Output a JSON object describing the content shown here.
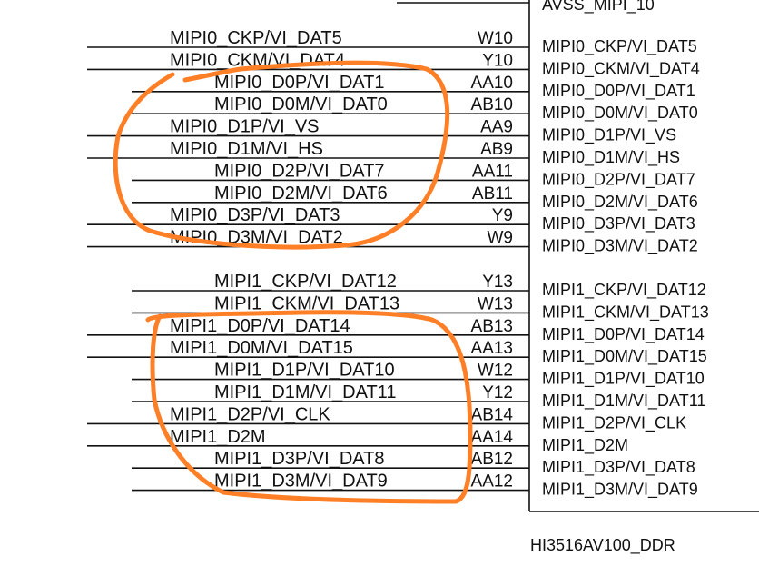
{
  "colors": {
    "annotation": "#ff7f27",
    "line": "#111111"
  },
  "top_partial_label": "AVSS_MIPI_10",
  "part_name": "HI3516AV100_DDR",
  "groups": [
    {
      "pins": [
        {
          "net": "MIPI0_CKP/VI_DAT5",
          "pin": "W10",
          "inner": "MIPI0_CKP/VI_DAT5",
          "long": true
        },
        {
          "net": "MIPI0_CKM/VI_DAT4",
          "pin": "Y10",
          "inner": "MIPI0_CKM/VI_DAT4",
          "long": true
        },
        {
          "net": "MIPI0_D0P/VI_DAT1",
          "pin": "AA10",
          "inner": "MIPI0_D0P/VI_DAT1",
          "long": false
        },
        {
          "net": "MIPI0_D0M/VI_DAT0",
          "pin": "AB10",
          "inner": "MIPI0_D0M/VI_DAT0",
          "long": false
        },
        {
          "net": "MIPI0_D1P/VI_VS",
          "pin": "AA9",
          "inner": "MIPI0_D1P/VI_VS",
          "long": true
        },
        {
          "net": "MIPI0_D1M/VI_HS",
          "pin": "AB9",
          "inner": "MIPI0_D1M/VI_HS",
          "long": true
        },
        {
          "net": "MIPI0_D2P/VI_DAT7",
          "pin": "AA11",
          "inner": "MIPI0_D2P/VI_DAT7",
          "long": false
        },
        {
          "net": "MIPI0_D2M/VI_DAT6",
          "pin": "AB11",
          "inner": "MIPI0_D2M/VI_DAT6",
          "long": false
        },
        {
          "net": "MIPI0_D3P/VI_DAT3",
          "pin": "Y9",
          "inner": "MIPI0_D3P/VI_DAT3",
          "long": true
        },
        {
          "net": "MIPI0_D3M/VI_DAT2",
          "pin": "W9",
          "inner": "MIPI0_D3M/VI_DAT2",
          "long": true
        }
      ]
    },
    {
      "pins": [
        {
          "net": "MIPI1_CKP/VI_DAT12",
          "pin": "Y13",
          "inner": "MIPI1_CKP/VI_DAT12",
          "long": false
        },
        {
          "net": "MIPI1_CKM/VI_DAT13",
          "pin": "W13",
          "inner": "MIPI1_CKM/VI_DAT13",
          "long": false
        },
        {
          "net": "MIPI1_D0P/VI_DAT14",
          "pin": "AB13",
          "inner": "MIPI1_D0P/VI_DAT14",
          "long": true
        },
        {
          "net": "MIPI1_D0M/VI_DAT15",
          "pin": "AA13",
          "inner": "MIPI1_D0M/VI_DAT15",
          "long": true
        },
        {
          "net": "MIPI1_D1P/VI_DAT10",
          "pin": "W12",
          "inner": "MIPI1_D1P/VI_DAT10",
          "long": false
        },
        {
          "net": "MIPI1_D1M/VI_DAT11",
          "pin": "Y12",
          "inner": "MIPI1_D1M/VI_DAT11",
          "long": false
        },
        {
          "net": "MIPI1_D2P/VI_CLK",
          "pin": "AB14",
          "inner": "MIPI1_D2P/VI_CLK",
          "long": true
        },
        {
          "net": "MIPI1_D2M",
          "pin": "AA14",
          "inner": "MIPI1_D2M",
          "long": true
        },
        {
          "net": "MIPI1_D3P/VI_DAT8",
          "pin": "AB12",
          "inner": "MIPI1_D3P/VI_DAT8",
          "long": false
        },
        {
          "net": "MIPI1_D3M/VI_DAT9",
          "pin": "AA12",
          "inner": "MIPI1_D3M/VI_DAT9",
          "long": false
        }
      ]
    }
  ]
}
